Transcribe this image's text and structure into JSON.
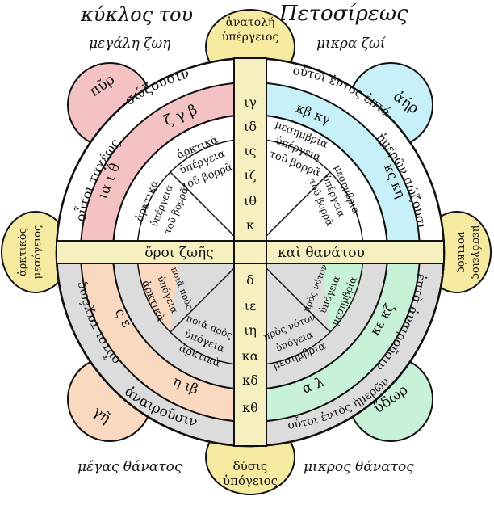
{
  "corners": {
    "top_left_title": "κύκλος του",
    "top_right_title": "Πετοσίρεως",
    "top_left_sub": "μεγάλη ζωη",
    "top_right_sub": "μικρα ζωί",
    "bottom_left": "μέγας θάνατος",
    "bottom_right": "μικρος θάνατος"
  },
  "cardinal": {
    "top": [
      "ἀνατολή",
      "ὑπέργειος"
    ],
    "bottom": [
      "δύσις",
      "ὑπόγειος"
    ],
    "left": [
      "ἀρκτικὸς",
      "μεσόγειος"
    ],
    "right": [
      "νοτικὸς",
      "μεσόγειος"
    ]
  },
  "elements": {
    "fire": "πῦρ",
    "air": "ἀήρ",
    "earth": "γῆ",
    "water": "ὕδωρ"
  },
  "outer_ring": {
    "top_left": "σώζουσιν",
    "top_right": "οὗτοι ἐντὸς ἐπτά",
    "left_upper": "οὗτοι ταχέως",
    "right_upper": "ἡμερῶν σώζουσι",
    "left_lower": "οὗτοι ταχέως",
    "right_lower": "ἑπτὰ ἀναιροῦσιν",
    "bottom_left": "ἀναιροῦσιν",
    "bottom_right": "οὗτοι ἐντὸς ἡμερῶν"
  },
  "number_ring": {
    "nw_top": "ζ   γ   β",
    "nw_side": "ια   ι   θ",
    "ne_top": "κβ   κγ",
    "ne_side": "κς   κη",
    "sw_side": "ς   ε",
    "sw_bottom": "η   ιβ",
    "se_side": "κε   κζ",
    "se_bottom": "α   λ"
  },
  "inner": {
    "nw_a": "ἀρκτικὰ",
    "nw_b": "ὑπέργεια",
    "nw_c": "τοῦ βορρᾶ",
    "ne_a": "μεσημβρία",
    "ne_b": "ὑπέργεια",
    "ne_c": "τοῦ βορρᾶ",
    "ne_side_a": "μεσημβρία",
    "ne_side_b": "ὑπέργεια",
    "ne_side_c": "τοῦ βορρᾶ",
    "sw_a": "ἀρκτικὰ",
    "sw_b": "ὑπόγεια",
    "sw_c": "ποιᾶ πρὸς",
    "se_a": "μεσημβρία",
    "se_b": "ὑπόγεια",
    "se_c": "πρὸς νότον"
  },
  "bars": {
    "left": "ὅροι ζωῆς",
    "right": "καὶ θανάτου",
    "top_numbers": [
      "ιγ",
      "ιδ",
      "ις",
      "ιζ",
      "ιθ",
      "κ"
    ],
    "bottom_numbers": [
      "δ",
      "ιε",
      "ιη",
      "κα",
      "κδ",
      "κθ"
    ]
  },
  "colors": {
    "fire": "#f4c2c2",
    "air": "#c8f0f8",
    "earth": "#fbd8c0",
    "water": "#c8f2d8",
    "cardinal": "#f6eaa0",
    "bar": "#f6efc0",
    "ring_gray": "#dcdcdc",
    "outline": "#111111"
  }
}
